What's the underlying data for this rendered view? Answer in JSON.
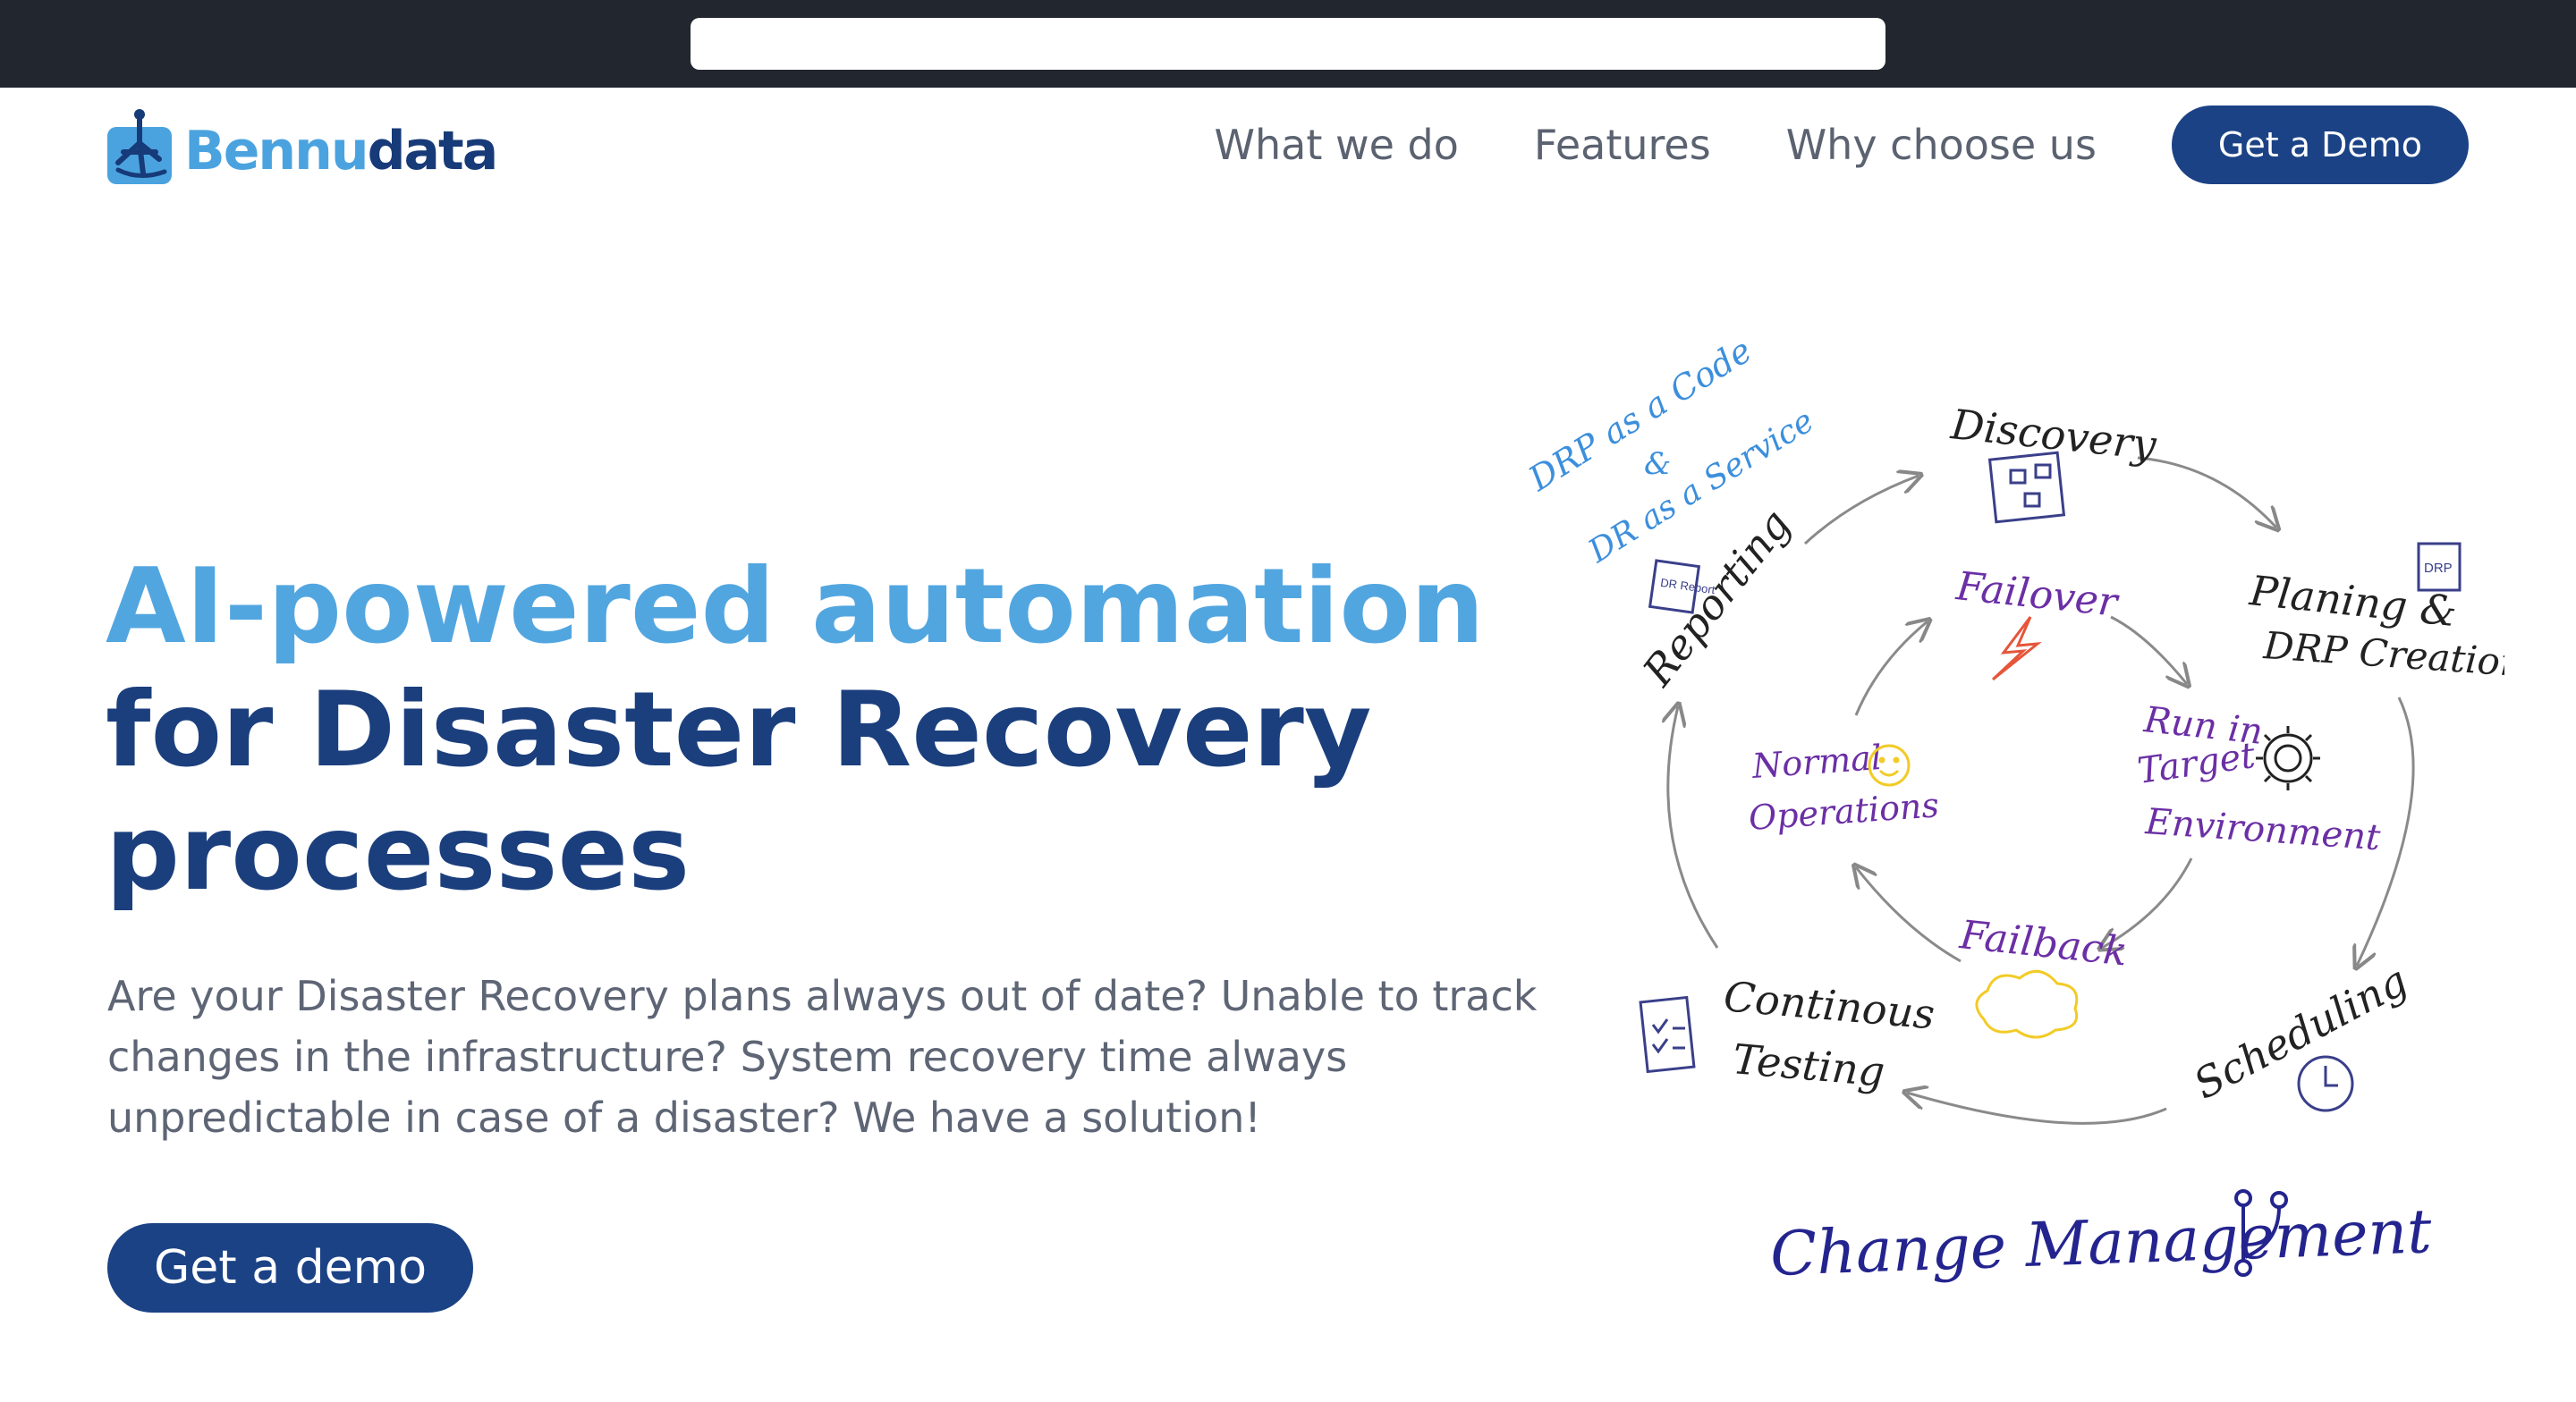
{
  "browser": {
    "url": ""
  },
  "brand": {
    "logo_part1": "Bennu",
    "logo_part2": "data"
  },
  "nav": {
    "links": [
      "What we do",
      "Features",
      "Why choose us"
    ],
    "cta": "Get a Demo"
  },
  "hero": {
    "title_line1": "AI-powered automation",
    "title_line2": "for Disaster Recovery",
    "title_line3": "processes",
    "description": "Are your Disaster Recovery plans always out of date? Unable to track changes in the infrastructure? System recovery time always unpredictable in case of a disaster? We have a solution!",
    "cta": "Get a demo"
  },
  "diagram": {
    "drp_code": "DRP as a Code",
    "ampersand": "&",
    "dr_service": "DR as a Service",
    "outer": {
      "discovery": "Discovery",
      "planning_1": "Planing &",
      "planning_2": "DRP Creation",
      "scheduling": "Scheduling",
      "testing_1": "Continous",
      "testing_2": "Testing",
      "reporting": "Reporting"
    },
    "inner": {
      "failover": "Failover",
      "run_1": "Run in",
      "run_2": "Target",
      "run_3": "Environment",
      "failback": "Failback",
      "normal_1": "Normal",
      "normal_2": "Operations"
    },
    "drp_doc": "DRP",
    "dr_report": "DR Report",
    "change_management": "Change Management"
  },
  "colors": {
    "brand_light": "#52a6e0",
    "brand_dark": "#1b3f7d",
    "button": "#1b4285",
    "browser_chrome": "#22262e",
    "diagram_blue": "#3c8fdc",
    "diagram_purple": "#6b2fa5",
    "diagram_navy": "#24248f"
  }
}
